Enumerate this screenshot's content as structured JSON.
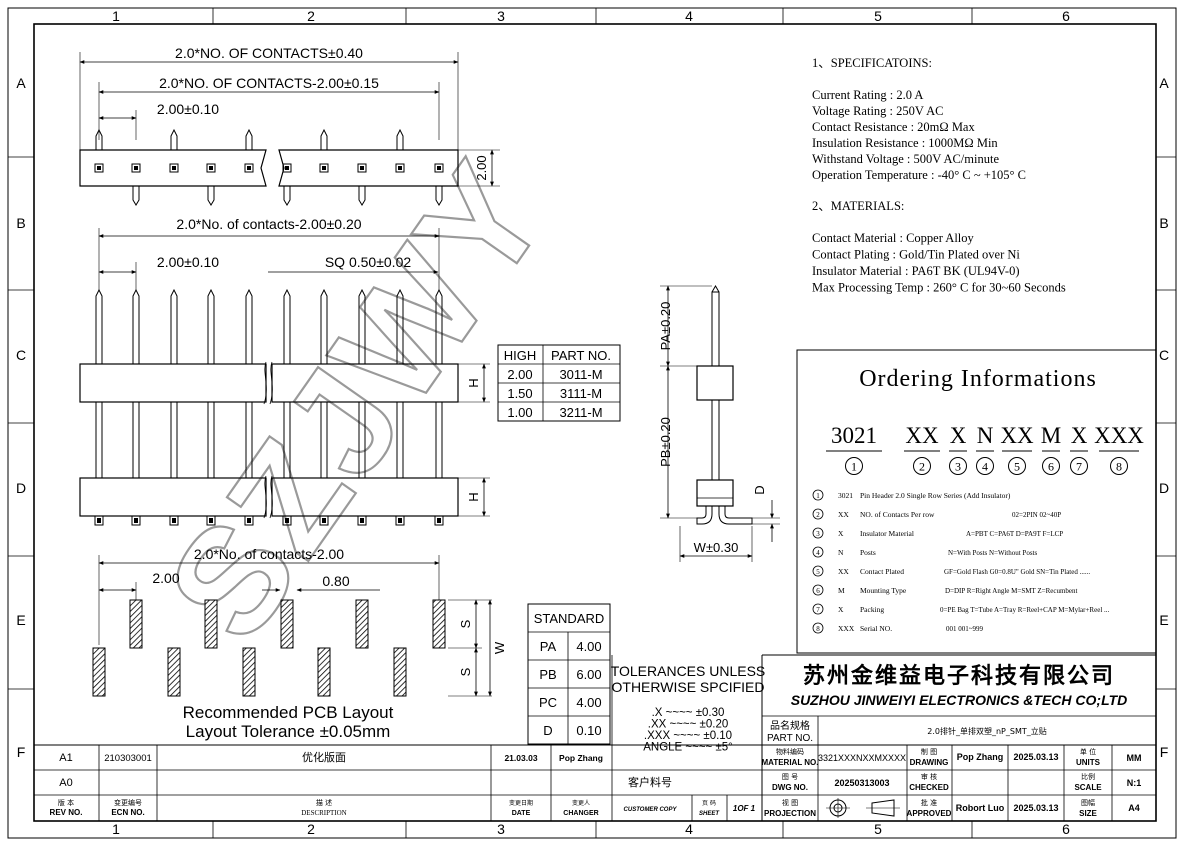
{
  "border": {
    "columns": [
      "1",
      "2",
      "3",
      "4",
      "5",
      "6"
    ],
    "rows": [
      "A",
      "B",
      "C",
      "D",
      "E",
      "F"
    ]
  },
  "top_view": {
    "dim_overall": "2.0*NO. OF CONTACTS±0.40",
    "dim_inner": "2.0*NO. OF CONTACTS-2.00±0.15",
    "dim_pitch": "2.00±0.10",
    "dim_height": "2.00"
  },
  "front_view": {
    "dim_span": "2.0*No. of contacts-2.00±0.20",
    "dim_pitch": "2.00±0.10",
    "dim_square": "SQ 0.50±0.02",
    "h_label_1": "H",
    "h_label_2": "H"
  },
  "high_table": {
    "headers": [
      "HIGH",
      "PART NO."
    ],
    "rows": [
      [
        "2.00",
        "3011-M"
      ],
      [
        "1.50",
        "3111-M"
      ],
      [
        "1.00",
        "3211-M"
      ]
    ]
  },
  "side_view": {
    "pa": "PA±0.20",
    "pb": "PB±0.20",
    "d": "D",
    "w": "W±0.30"
  },
  "pcb": {
    "dim_span": "2.0*No. of contacts-2.00",
    "dim_pitch": "2.00",
    "dim_pad": "0.80",
    "s1": "S",
    "s2": "S",
    "w": "W",
    "caption_1": "Recommended PCB Layout",
    "caption_2": "Layout Tolerance ±0.05mm"
  },
  "standard_table": {
    "title": "STANDARD",
    "rows": [
      [
        "PA",
        "4.00"
      ],
      [
        "PB",
        "6.00"
      ],
      [
        "PC",
        "4.00"
      ],
      [
        "D",
        "0.10"
      ]
    ]
  },
  "tolerances": {
    "title_1": "TOLERANCES UNLESS",
    "title_2": "OTHERWISE SPCIFIED",
    "lines": [
      ".X  ~~~~  ±0.30",
      ".XX  ~~~~  ±0.20",
      ".XXX  ~~~~  ±0.10",
      "ANGLE  ~~~~  ±5°"
    ]
  },
  "specifications": {
    "heading": "1、SPECIFICATOINS:",
    "lines": [
      "Current  Rating  : 2.0 A",
      "Voltage  Rating  : 250V AC",
      "Contact   Resistance   : 20mΩ  Max",
      "Insulation Resistance  : 1000MΩ Min",
      "Withstand   Voltage   : 500V AC/minute",
      "Operation  Temperature : -40° C ~ +105° C"
    ]
  },
  "materials": {
    "heading": "2、MATERIALS:",
    "lines": [
      "Contact  Material   : Copper Alloy",
      "Contact  Plating   : Gold/Tin Plated over Ni",
      "Insulator Material  : PA6T  BK (UL94V-0)",
      "Max Processing Temp : 260° C for 30~60 Seconds"
    ]
  },
  "ordering": {
    "title": "Ordering Informations",
    "codes": [
      "3021",
      "XX",
      "X",
      "N",
      "XX",
      "M",
      "X",
      "XXX"
    ],
    "numbers": [
      "1",
      "2",
      "3",
      "4",
      "5",
      "6",
      "7",
      "8"
    ],
    "items": [
      {
        "n": "1",
        "code": "3021",
        "name": "Pin  Header 2.0  Single Row Series  (Add Insulator)",
        "opts": ""
      },
      {
        "n": "2",
        "code": "XX",
        "name": "NO. of Contacts  Per   row",
        "opts": "02=2PIN  02~40P"
      },
      {
        "n": "3",
        "code": "X",
        "name": "Insulator Material",
        "opts": "A=PBT C=PA6T  D=PA9T  F=LCP"
      },
      {
        "n": "4",
        "code": "N",
        "name": "Posts",
        "opts": "N=With Posts  N=Without Posts"
      },
      {
        "n": "5",
        "code": "XX",
        "name": "Contact Plated",
        "opts": "GF=Gold Flash  G0=0.8U\" Gold  SN=Tin Plated ......"
      },
      {
        "n": "6",
        "code": "M",
        "name": "Mounting Type",
        "opts": "D=DIP   R=Right Angle  M=SMT  Z=Recumbent"
      },
      {
        "n": "7",
        "code": "X",
        "name": "Packing",
        "opts": "0=PE Bag  T=Tube  A=Tray   R=Reel+CAP  M=Mylar+Reel ..."
      },
      {
        "n": "8",
        "code": "XXX",
        "name": "Serial NO.",
        "opts": "001    001~999"
      }
    ]
  },
  "watermark": "SZJWY",
  "title_block": {
    "company_cn": "苏州金维益电子科技有限公司",
    "company_en": "SUZHOU JINWEIYI ELECTRONICS &TECH CO;LTD",
    "part_name_label_cn": "品名规格",
    "part_name_label_en": "PART NO.",
    "part_name": "2.0排针_单排双塑_nP_SMT_立贴",
    "material_label_cn": "物料编码",
    "material_label_en": "MATERIAL NO.",
    "material_no": "3321XXXNXXMXXXX",
    "drawing_label_cn": "制 图",
    "drawing_label_en": "DRAWING",
    "drawer": "Pop Zhang",
    "draw_date": "2025.03.13",
    "units_label_cn": "单 位",
    "units_label_en": "UNITS",
    "units": "MM",
    "dwg_label_cn": "图 号",
    "dwg_label_en": "DWG NO.",
    "dwg_no": "20250313003",
    "checked_label_cn": "审 核",
    "checked_label_en": "CHECKED",
    "scale_label_cn": "比例",
    "scale_label_en": "SCALE",
    "scale": "N:1",
    "projection_label_cn": "视 图",
    "projection_label_en": "PROJECTION",
    "approved_label_cn": "批 准",
    "approved_label_en": "APPROVED",
    "approver": "Robort Luo",
    "approve_date": "2025.03.13",
    "size_label_cn": "图幅",
    "size_label_en": "SIZE",
    "size": "A4",
    "customer_label": "客户料号",
    "customer_copy": "CUSTOMER COPY",
    "sheet_label_cn": "页 码",
    "sheet_label_en": "SHEET",
    "sheet": "1OF 1"
  },
  "revisions": {
    "rows": [
      {
        "rev": "A1",
        "ecn": "210303001",
        "desc": "优化版面",
        "date": "21.03.03",
        "changer": "Pop Zhang"
      },
      {
        "rev": "A0",
        "ecn": "",
        "desc": "",
        "date": "",
        "changer": ""
      }
    ],
    "headers": {
      "rev_cn": "版 本",
      "rev_en": "REV NO.",
      "ecn_cn": "变更编号",
      "ecn_en": "ECN   NO.",
      "desc_cn": "描 述",
      "desc_en": "DESCRIPTION",
      "date_cn": "变更日期",
      "date_en": "DATE",
      "changer_cn": "变更人",
      "changer_en": "CHANGER"
    }
  }
}
